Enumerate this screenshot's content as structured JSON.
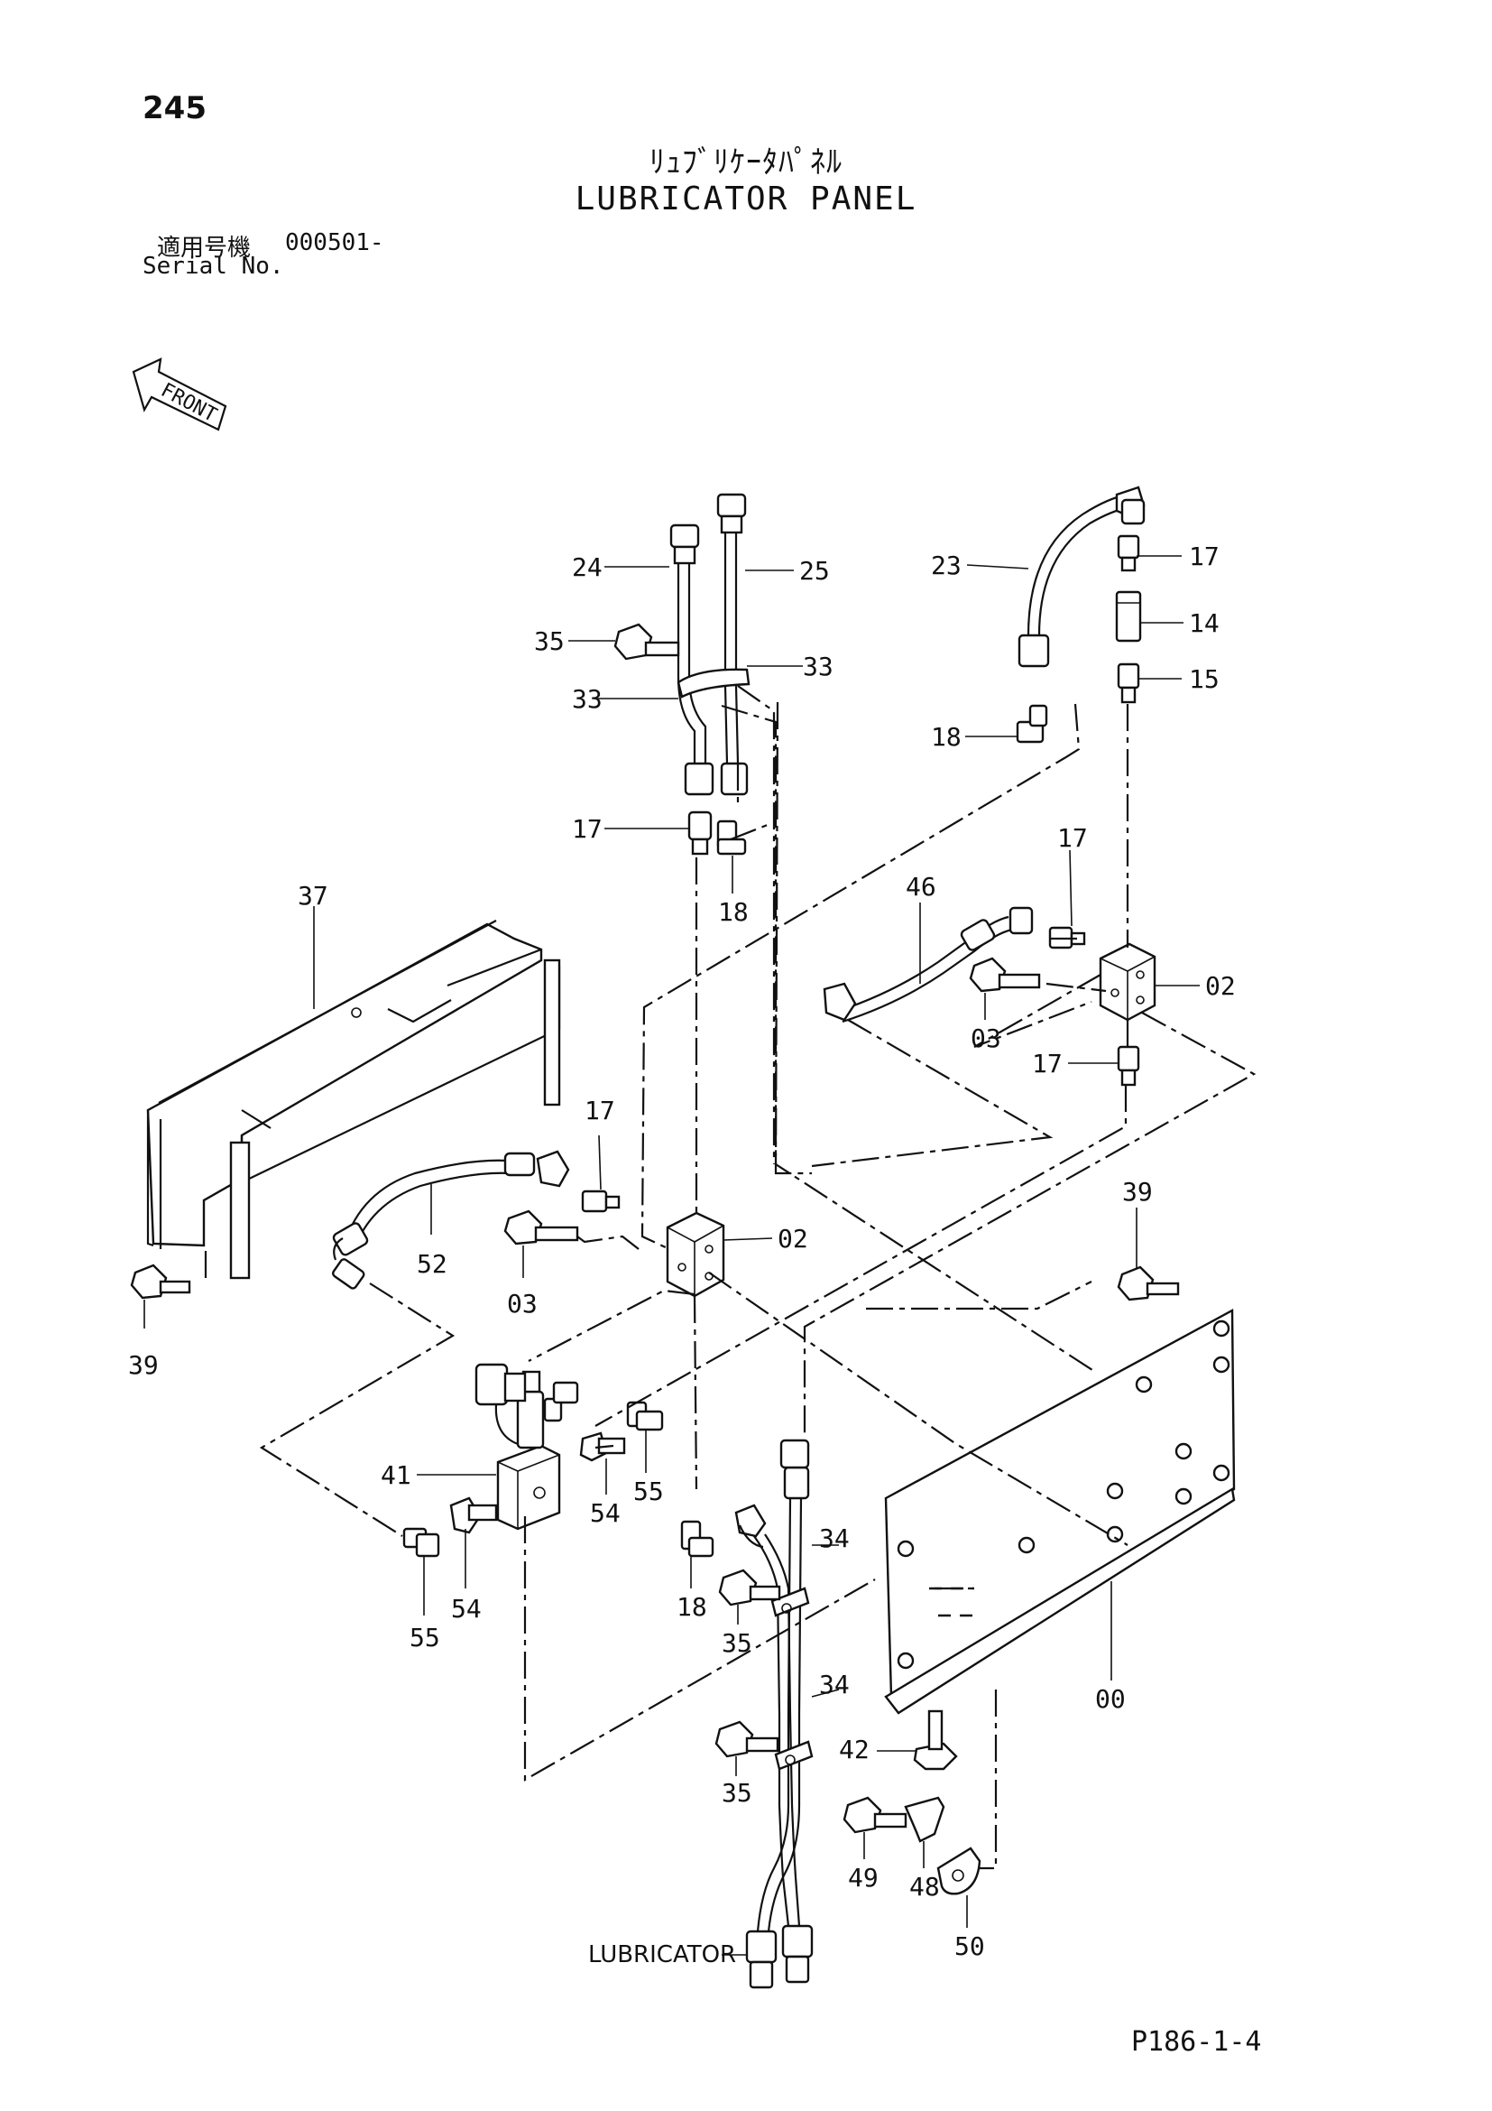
{
  "header": {
    "page_number": "245",
    "title_jp": "ﾘｭﾌﾞﾘｹｰﾀﾊﾟﾈﾙ",
    "title_en": "LUBRICATOR PANEL",
    "serial_label_jp": "適用号機",
    "serial_value": "000501-",
    "serial_label_en": "Serial No."
  },
  "front_marker": "FRONT",
  "callouts": {
    "c24": "24",
    "c25": "25",
    "c23": "23",
    "c17a": "17",
    "c14": "14",
    "c15": "15",
    "c35a": "35",
    "c33a": "33",
    "c33b": "33",
    "c18a": "18",
    "c17b": "17",
    "c18b": "18",
    "c46": "46",
    "c17c": "17",
    "c03a": "03",
    "c02a": "02",
    "c17d": "17",
    "c37": "37",
    "c17e": "17",
    "c52": "52",
    "c03b": "03",
    "c02b": "02",
    "c39a": "39",
    "c39b": "39",
    "c41": "41",
    "c54a": "54",
    "c55a": "55",
    "c55b": "55",
    "c54b": "54",
    "c18c": "18",
    "c34a": "34",
    "c35b": "35",
    "c34b": "34",
    "c35c": "35",
    "c42": "42",
    "c00": "00",
    "c49": "49",
    "c48": "48",
    "c50": "50"
  },
  "lubricator_label": "LUBRICATOR",
  "footer": {
    "page_code": "P186-1-4"
  }
}
